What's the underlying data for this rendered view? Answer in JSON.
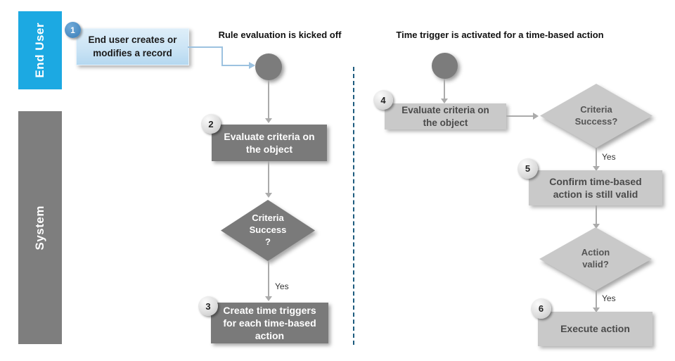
{
  "lanes": [
    {
      "label": "End User",
      "color": "#1CA9E2"
    },
    {
      "label": "System",
      "color": "#7E7E7E"
    }
  ],
  "headings": {
    "left": "Rule evaluation is kicked off",
    "right": "Time trigger is activated for a time-based action"
  },
  "left_flow": {
    "step1": {
      "badge": "1",
      "label": "End user creates or\nmodifies a record"
    },
    "step2": {
      "badge": "2",
      "label": "Evaluate criteria on\nthe object"
    },
    "decision1": {
      "label": "Criteria\nSuccess\n?"
    },
    "yes1": "Yes",
    "step3": {
      "badge": "3",
      "label": "Create time triggers\nfor each time-based\naction"
    }
  },
  "right_flow": {
    "step4": {
      "badge": "4",
      "label": "Evaluate criteria on\nthe object"
    },
    "decision1": {
      "label": "Criteria\nSuccess?"
    },
    "yes1": "Yes",
    "step5": {
      "badge": "5",
      "label": "Confirm time-based\naction is still valid"
    },
    "decision2": {
      "label": "Action\nvalid?"
    },
    "yes2": "Yes",
    "step6": {
      "badge": "6",
      "label": "Execute action"
    }
  },
  "colors": {
    "lane_enduser": "#1CA9E2",
    "lane_system": "#7E7E7E",
    "dark_shape": "#7A7A7A",
    "light_shape": "#C9C9C9",
    "blue_box": "#CBE4F5",
    "badge_blue": "#4E94CC",
    "connector_blue": "#9CC2E0",
    "arrow_gray": "#ABABAB",
    "divider_blue": "#1D5B7E"
  }
}
